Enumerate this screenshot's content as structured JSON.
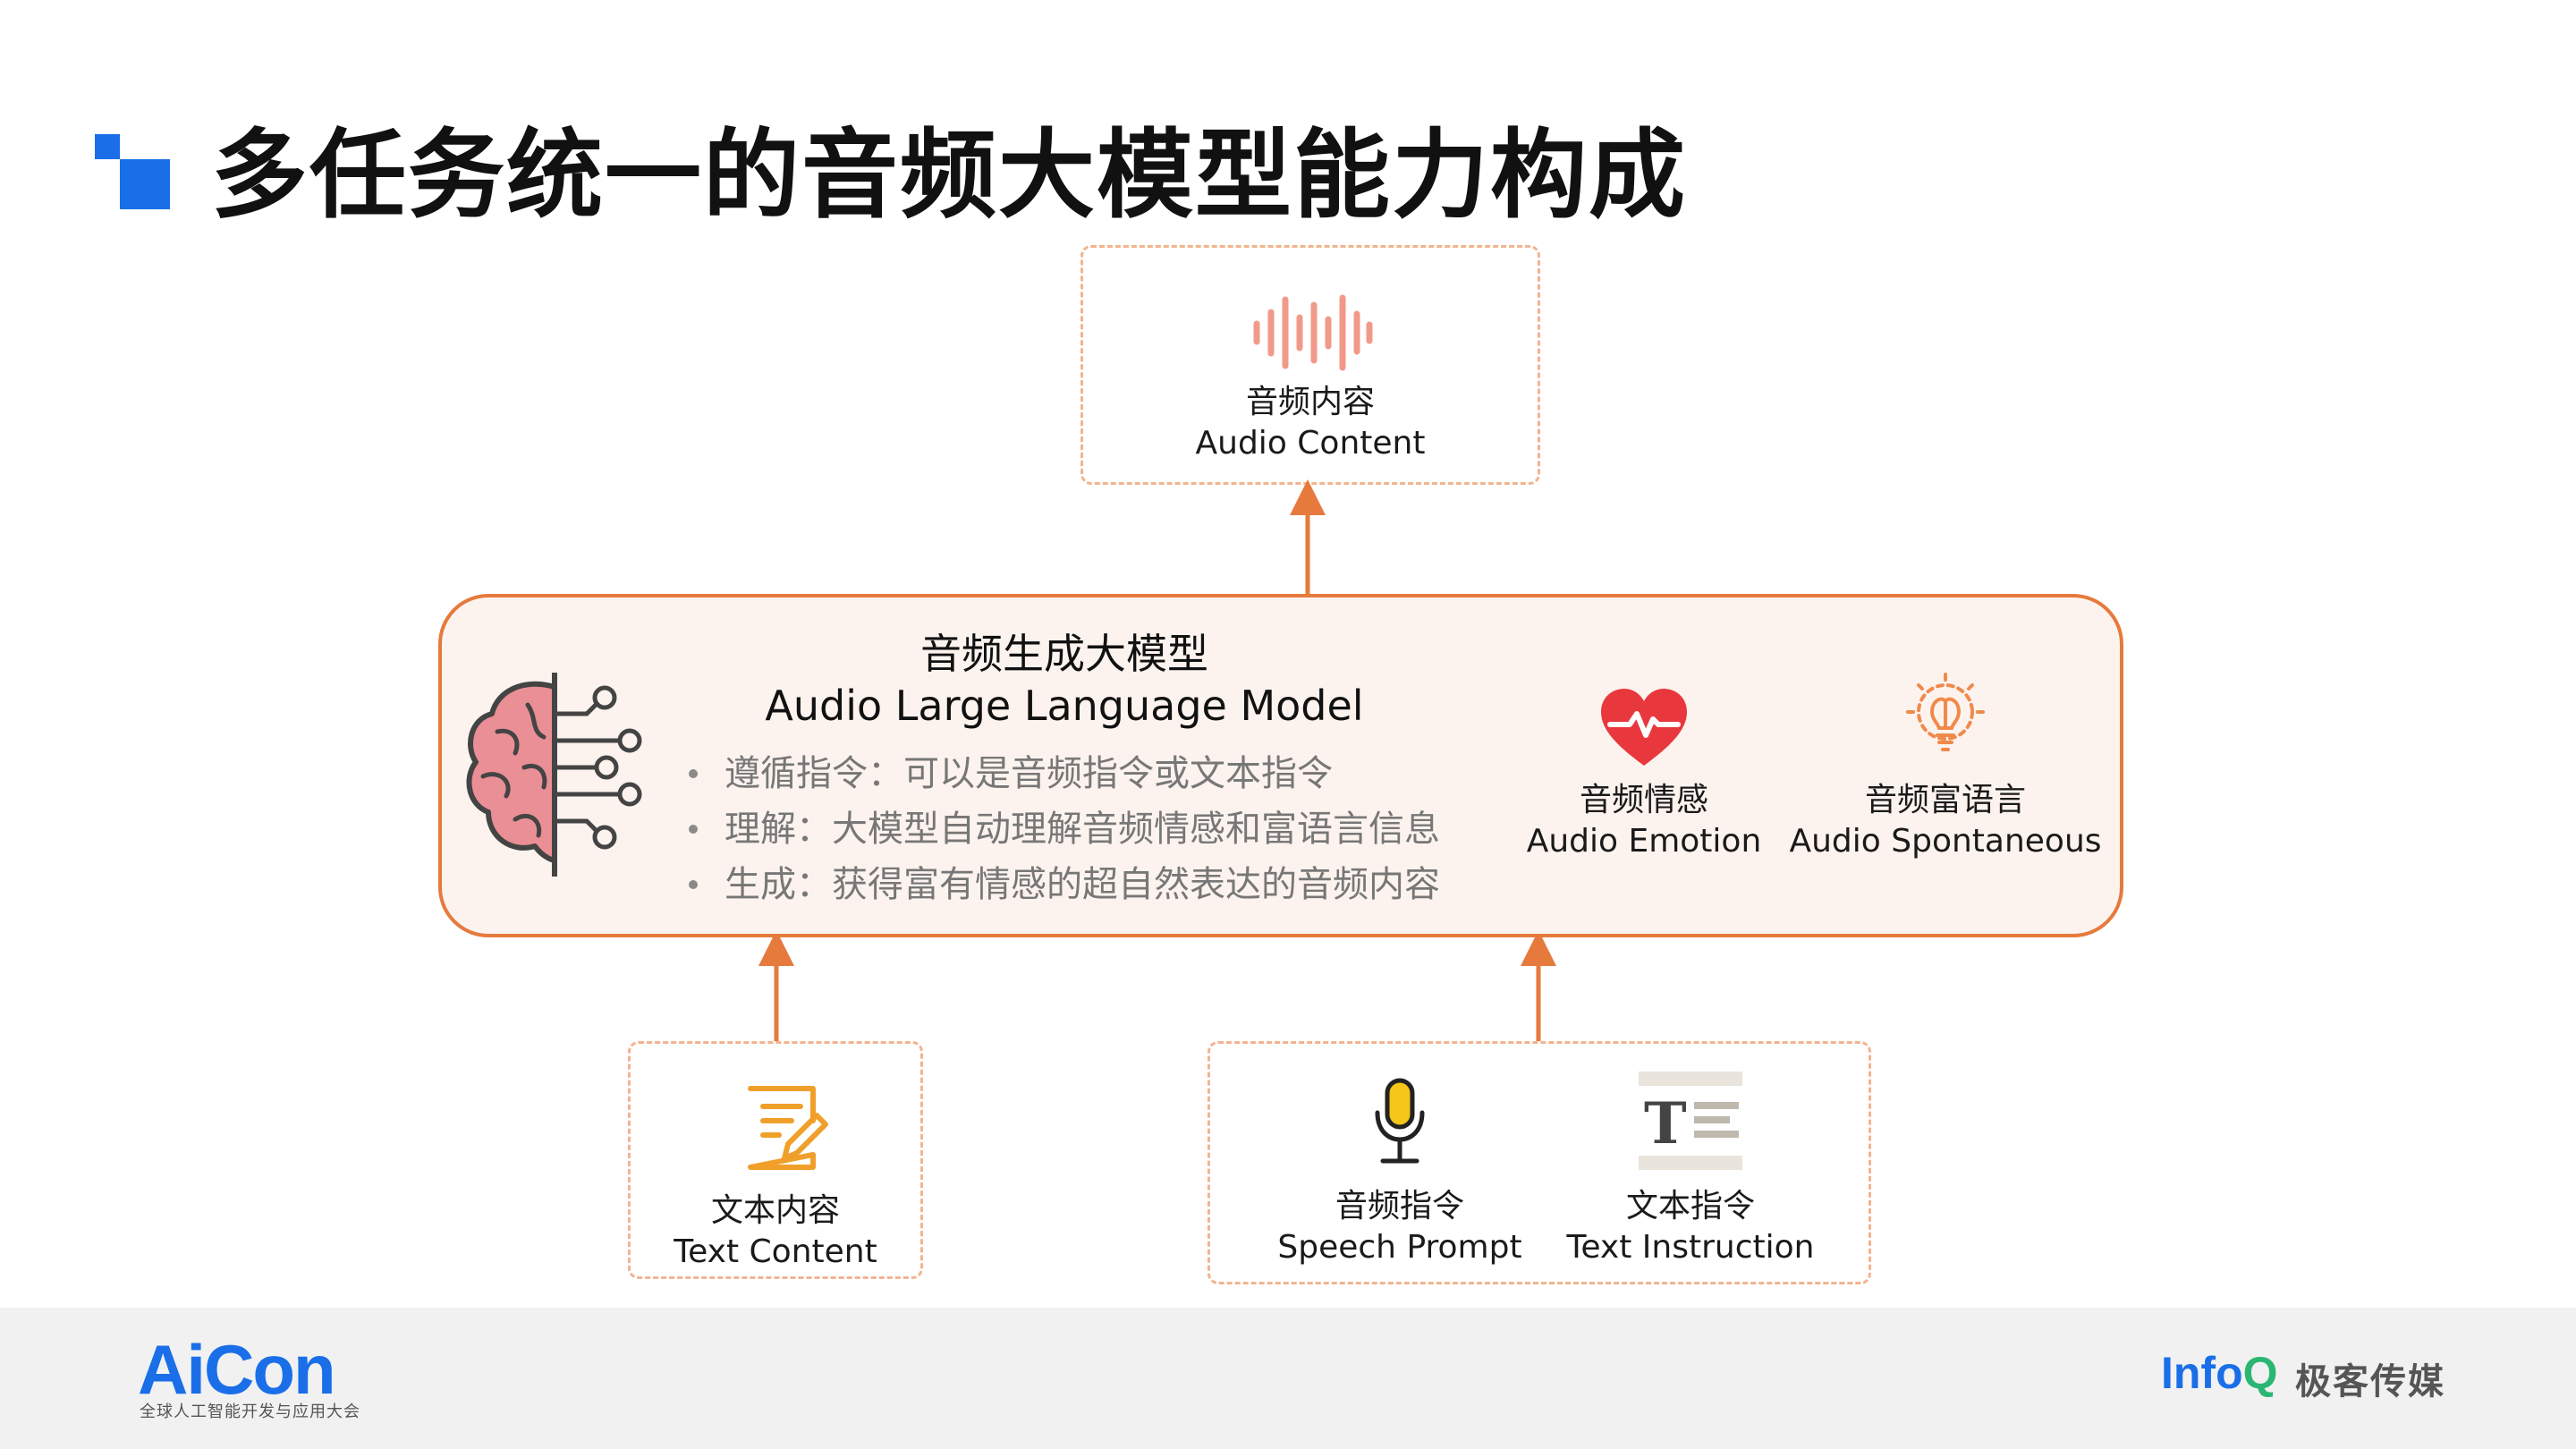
{
  "title": "多任务统一的音频大模型能力构成",
  "output": {
    "label_zh": "音频内容",
    "label_en": "Audio Content"
  },
  "model": {
    "title_zh": "音频生成大模型",
    "title_en": "Audio Large Language Model",
    "bullets": [
      "遵循指令：可以是音频指令或文本指令",
      "理解：大模型自动理解音频情感和富语言信息",
      "生成：获得富有情感的超自然表达的音频内容"
    ],
    "capabilities": [
      {
        "label_zh": "音频情感",
        "label_en": "Audio Emotion",
        "icon": "heart-pulse-icon"
      },
      {
        "label_zh": "音频富语言",
        "label_en": "Audio Spontaneous",
        "icon": "brain-bulb-icon"
      }
    ]
  },
  "inputs": {
    "text_content": {
      "label_zh": "文本内容",
      "label_en": "Text Content",
      "icon": "note-pencil-icon"
    },
    "speech_prompt": {
      "label_zh": "音频指令",
      "label_en": "Speech Prompt",
      "icon": "microphone-icon"
    },
    "text_instruction": {
      "label_zh": "文本指令",
      "label_en": "Text Instruction",
      "icon": "text-format-icon"
    }
  },
  "footer": {
    "aicon_logo": "AiCon",
    "aicon_sub": "全球人工智能开发与应用大会",
    "infoq": "Info",
    "infoq_q": "Q",
    "geek": "极客传媒"
  },
  "colors": {
    "accent": "#e67a3d",
    "dash": "#f2b48f",
    "model_fill": "#fdf3ee",
    "heart": "#e8383d",
    "brain": "#f08a4b",
    "wave": "#f19a8a",
    "note": "#f0a02a",
    "mic": "#f5c518",
    "brand_blue": "#1a6fe8"
  }
}
